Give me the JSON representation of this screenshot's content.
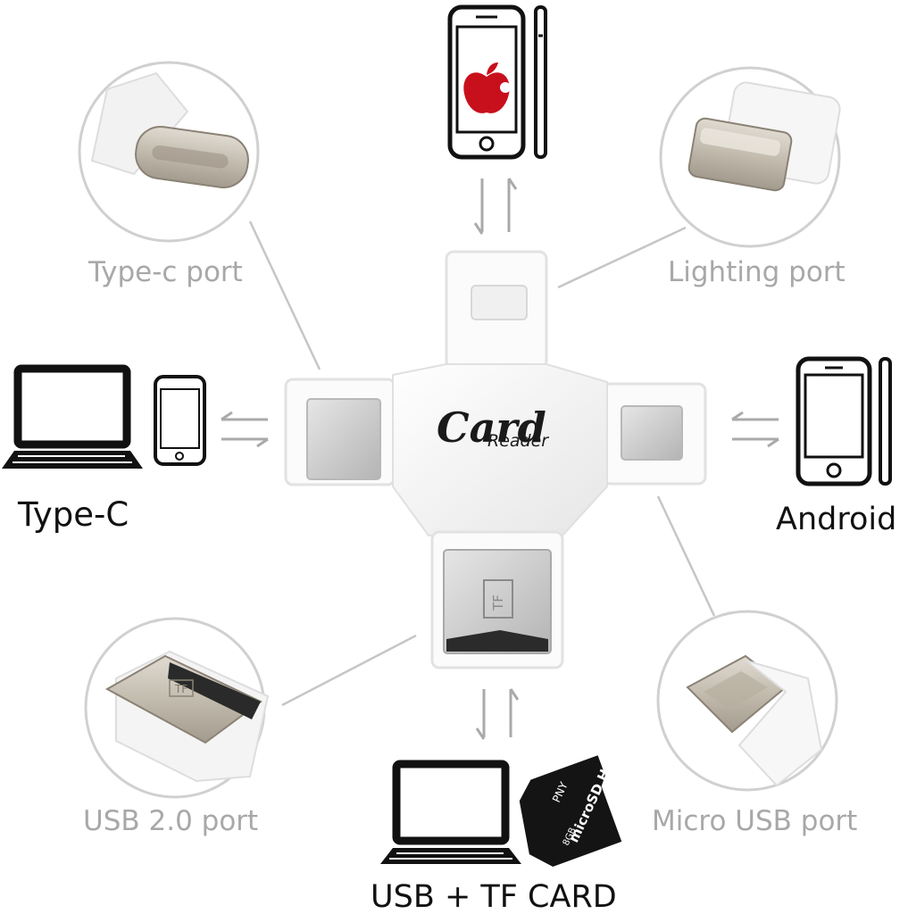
{
  "device": {
    "brand_word": "Card",
    "brand_sub": "Reader",
    "tf_slot_glyph": "TF"
  },
  "callouts": {
    "typec": "Type-c port",
    "lightning": "Lighting port",
    "usb": "USB 2.0 port",
    "microusb": "Micro USB port"
  },
  "targets": {
    "left": "Type-C",
    "right": "Android",
    "bottom": "USB + TF CARD"
  },
  "sd_card": {
    "maker": "PNY",
    "type": "microSD HC",
    "capacity": "8GB"
  },
  "icons": [
    "apple-phone-icon",
    "laptop-icon",
    "phone-icon",
    "android-phone-icon",
    "microsd-card-icon",
    "swap-arrows-icon"
  ],
  "colors": {
    "device_body": "#f4f4f4",
    "connector_metal": "#c9c3b8",
    "label_grey": "#a8a8a8",
    "label_black": "#111111",
    "apple_red": "#c8101c"
  }
}
